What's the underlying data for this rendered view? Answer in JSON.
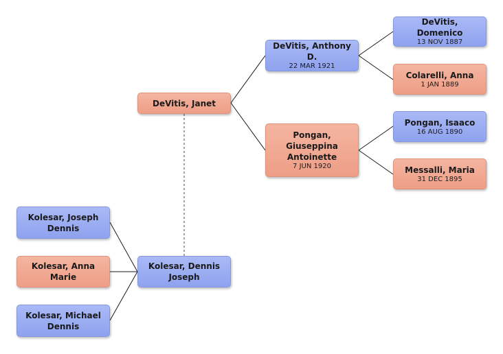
{
  "nodes": {
    "janet": {
      "name": "DeVitis, Janet",
      "date": ""
    },
    "dennis": {
      "name": "Kolesar, Dennis Joseph",
      "date": ""
    },
    "anthony": {
      "name": "DeVitis, Anthony D.",
      "date": "22 MAR 1921"
    },
    "giuseppina": {
      "name": "Pongan, Giuseppina Antoinette",
      "date": "7 JUN 1920"
    },
    "domenico": {
      "name": "DeVitis, Domenico",
      "date": "13 NOV 1887"
    },
    "anna_c": {
      "name": "Colarelli, Anna",
      "date": "1 JAN 1889"
    },
    "isaaco": {
      "name": "Pongan, Isaaco",
      "date": "16 AUG 1890"
    },
    "maria": {
      "name": "Messalli, Maria",
      "date": "31 DEC 1895"
    },
    "joseph_d": {
      "name": "Kolesar, Joseph Dennis",
      "date": ""
    },
    "anna_m": {
      "name": "Kolesar, Anna Marie",
      "date": ""
    },
    "michael_d": {
      "name": "Kolesar, Michael Dennis",
      "date": ""
    }
  },
  "colors": {
    "male": "#8ea2ee",
    "female": "#ee9e86",
    "line": "#1a1a1a",
    "spouse_line": "#666666"
  }
}
